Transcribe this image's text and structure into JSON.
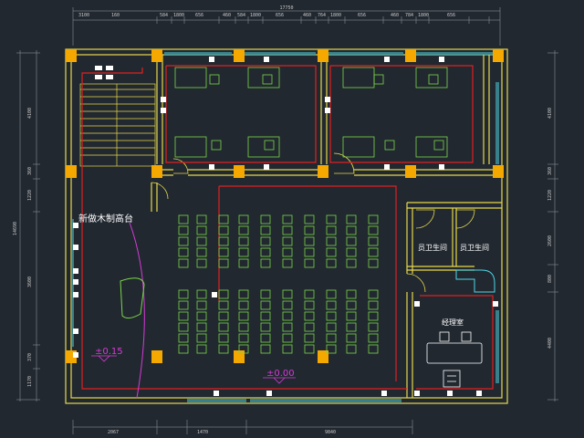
{
  "drawing": {
    "labels": {
      "platform": "新做木制高台",
      "restroom_left": "员卫生间",
      "restroom_right": "员卫生间",
      "manager_office": "经理室",
      "level_platform": "±0.15",
      "level_floor": "±0.00"
    },
    "dimensions": {
      "top_total": "17750",
      "top_segments": [
        "3100",
        "160",
        "584",
        "1800",
        "656",
        "460",
        "584",
        "1800",
        "656",
        "460",
        "764",
        "1800",
        "656",
        "460",
        "784",
        "1800",
        "656"
      ],
      "left": [
        "4100",
        "360",
        "1220",
        "14690",
        "3600",
        "370",
        "1170"
      ],
      "right": [
        "4100",
        "360",
        "1220",
        "2600",
        "800",
        "4400"
      ],
      "bottom": [
        "2067",
        "1470",
        "9840"
      ]
    },
    "colors": {
      "background": "#212830",
      "wall": "#e8d84a",
      "column": "#f5a800",
      "red_wire": "#e02020",
      "chair_green": "#7cd64a",
      "window_cyan": "#4fd8e8",
      "magenta": "#d63bd6"
    }
  }
}
